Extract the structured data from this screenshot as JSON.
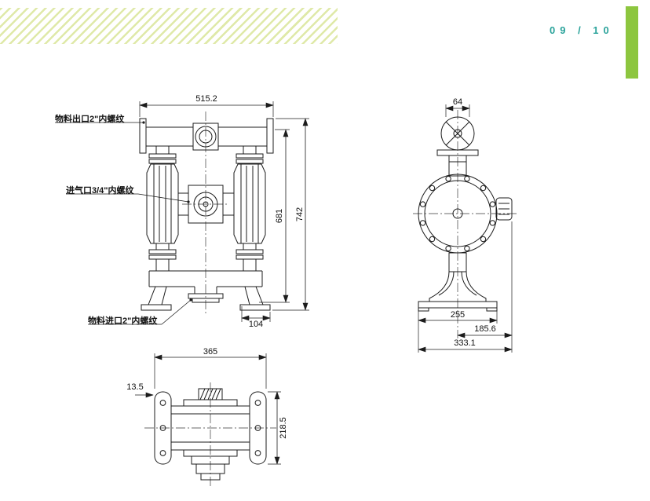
{
  "header": {
    "page_number": "09 / 10"
  },
  "colors": {
    "accent_green": "#8dc63f",
    "stripe_green": "#dfe9a8",
    "page_number_teal": "#2ba39b",
    "line_color": "#1c1c1c"
  },
  "front_view": {
    "label_outlet": "物料出口2\"内螺纹",
    "label_air_inlet": "进气口3/4\"内螺纹",
    "label_inlet": "物料进口2\"内螺纹",
    "dim_width": "515.2",
    "dim_height_inner": "681",
    "dim_height_total": "742",
    "dim_bottom_offset": "104"
  },
  "side_view": {
    "dim_port_width": "64",
    "dim_base_width": "255",
    "dim_center_to_edge": "185.6",
    "dim_total_width": "333.1"
  },
  "bottom_view": {
    "dim_width": "365",
    "dim_flange_thickness": "13.5",
    "dim_depth": "218.5"
  }
}
